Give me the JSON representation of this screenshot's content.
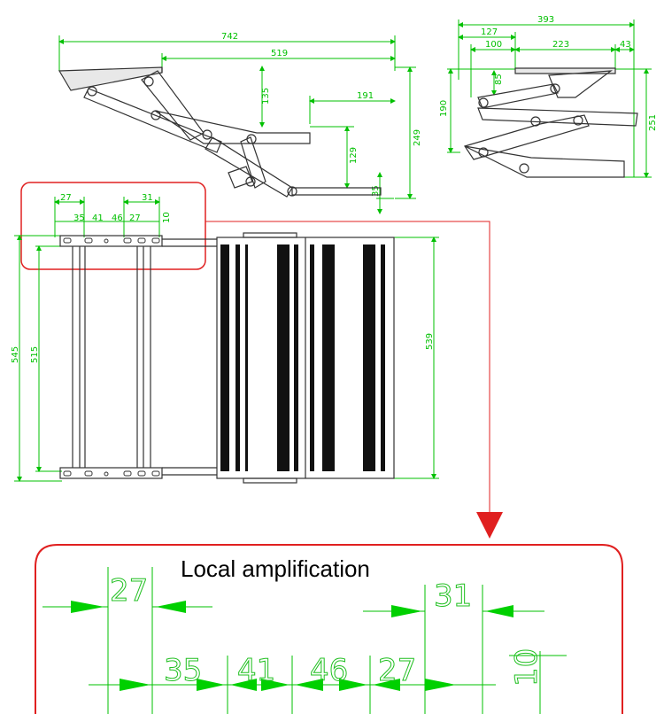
{
  "side_view": {
    "dims": {
      "total": "742",
      "length": "519",
      "h135": "135",
      "h191": "191",
      "h129": "129",
      "h35": "35",
      "h249": "249"
    }
  },
  "folded_view": {
    "dims": {
      "total": "393",
      "d127": "127",
      "d100": "100",
      "d223": "223",
      "d43": "43",
      "h85": "85",
      "h190": "190",
      "h251": "251"
    }
  },
  "top_view": {
    "dims": {
      "d27": "27",
      "d31": "31",
      "d35": "35",
      "d41": "41",
      "d46": "46",
      "d27b": "27",
      "d10": "10",
      "h545": "545",
      "h515": "515",
      "h539": "539"
    }
  },
  "callout": {
    "title": "Local amplification",
    "dims": {
      "d27": "27",
      "d31": "31",
      "d35": "35",
      "d41": "41",
      "d46": "46",
      "d27b": "27",
      "d10": "10"
    },
    "colors": {
      "border": "#e02020",
      "arrow": "#e02020",
      "dim": "#00c000"
    }
  }
}
